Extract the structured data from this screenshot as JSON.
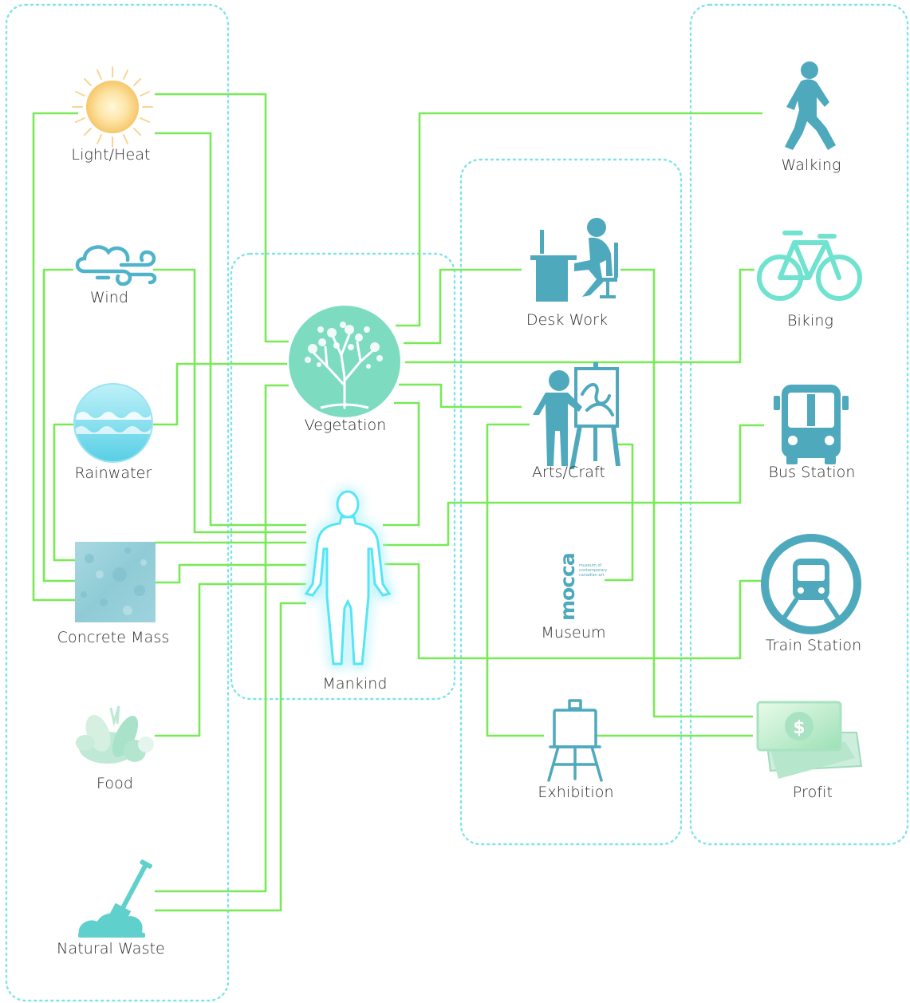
{
  "groups": [
    {
      "id": "resources"
    },
    {
      "id": "vegetation-mankind"
    },
    {
      "id": "activities"
    },
    {
      "id": "transport-profit"
    }
  ],
  "nodes": {
    "light_heat": "Light/Heat",
    "wind": "Wind",
    "rainwater": "Rainwater",
    "concrete_mass": "Concrete Mass",
    "food": "Food",
    "natural_waste": "Natural Waste",
    "vegetation": "Vegetation",
    "mankind": "Mankind",
    "desk_work": "Desk Work",
    "arts_craft": "Arts/Craft",
    "museum": "Museum",
    "exhibition": "Exhibition",
    "walking": "Walking",
    "biking": "Biking",
    "bus_station": "Bus Station",
    "train_station": "Train Station",
    "profit": "Profit"
  },
  "logo": {
    "brand": "mocca",
    "subtitle_1": "museum of",
    "subtitle_2": "contemporary",
    "subtitle_3": "canadian art"
  },
  "profit_symbol": "$",
  "colors": {
    "link": "#77ea55",
    "group_border": "#7fe3ea",
    "teal_icon": "#4fa9bd",
    "mint_icon": "#7ddcc0",
    "aqua_icon": "#5fd8c8",
    "glow": "#3fe4f5"
  },
  "icons": {
    "light_heat": "sun-icon",
    "wind": "wind-icon",
    "rainwater": "water-drop-icon",
    "concrete_mass": "concrete-texture-icon",
    "food": "vegetables-icon",
    "natural_waste": "shovel-soil-icon",
    "vegetation": "tree-icon",
    "mankind": "human-figure-icon",
    "desk_work": "desk-worker-icon",
    "arts_craft": "painter-icon",
    "museum": "mocca-logo-icon",
    "exhibition": "easel-icon",
    "walking": "walking-person-icon",
    "biking": "bicycle-icon",
    "bus_station": "bus-icon",
    "train_station": "train-icon",
    "profit": "money-icon"
  }
}
